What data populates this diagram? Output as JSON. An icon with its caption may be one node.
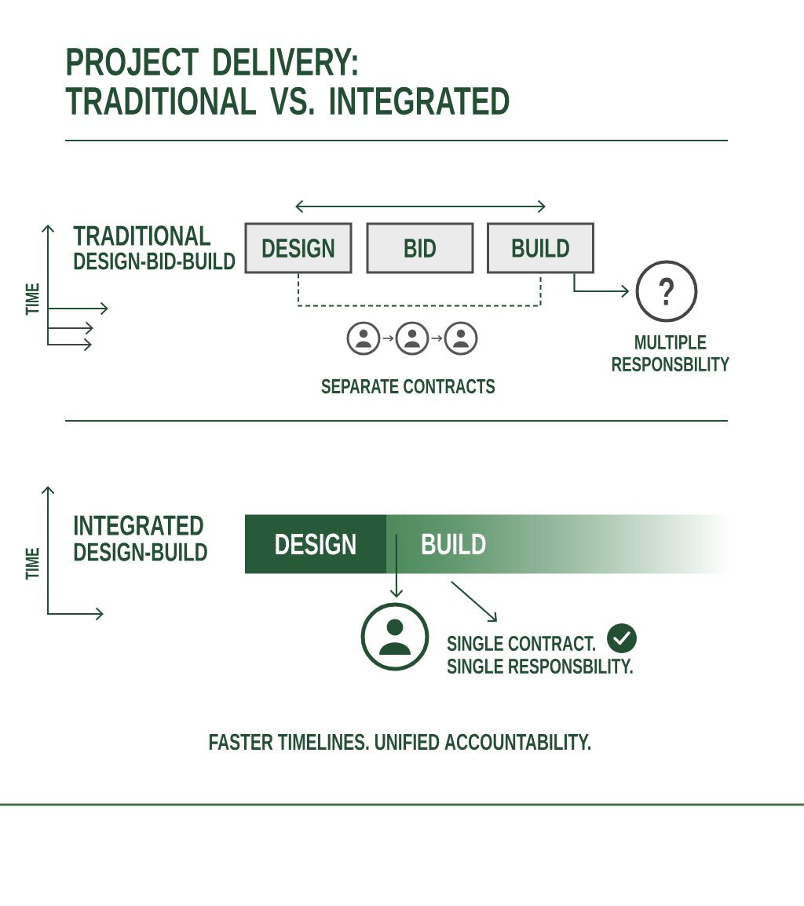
{
  "diagram": {
    "title": "PROJECT DELIVERY: TRADITIONAL VS. INTEGRATED",
    "nodes": [
      {
        "text": [
          "DESIGN"
        ]
      },
      {
        "text": [
          "BID"
        ]
      },
      {
        "text": [
          "BUILD"
        ]
      },
      {
        "text": [
          "?"
        ],
        "beside": [
          "MULTIPLE RESPONSBILITY"
        ]
      },
      {
        "text": [],
        "shape": "person"
      },
      {
        "text": [],
        "shape": "person"
      },
      {
        "text": [],
        "shape": "person"
      },
      {
        "text": [
          "DESIGN"
        ]
      },
      {
        "text": [
          "BUILD"
        ]
      },
      {
        "text": [],
        "shape": "person"
      },
      {
        "text": [
          "SINGLE CONTRACT.",
          "SINGLE RESPONSBILITY."
        ]
      }
    ],
    "edges": [
      {
        "from": 0,
        "to": 2,
        "arrow": "none",
        "style": "dashed"
      },
      {
        "from": 2,
        "to": 3,
        "arrow": "to"
      },
      {
        "from": 4,
        "to": 5,
        "arrow": "to",
        "color": "#4a4a4a"
      },
      {
        "from": 5,
        "to": 6,
        "arrow": "to",
        "color": "#4a4a4a"
      },
      {
        "from": 8,
        "to": 9,
        "arrow": "to"
      },
      {
        "from": 8,
        "to": 10,
        "arrow": "to"
      }
    ],
    "labels": [
      "TRADITIONAL",
      "DESIGN-BID-BUILD",
      "TIME",
      "SEPARATE CONTRACTS",
      "INTEGRATED",
      "DESIGN-BUILD",
      "TIME"
    ],
    "caption": "FASTER TIMELINES. UNIFIED ACCOUNTABILITY."
  }
}
